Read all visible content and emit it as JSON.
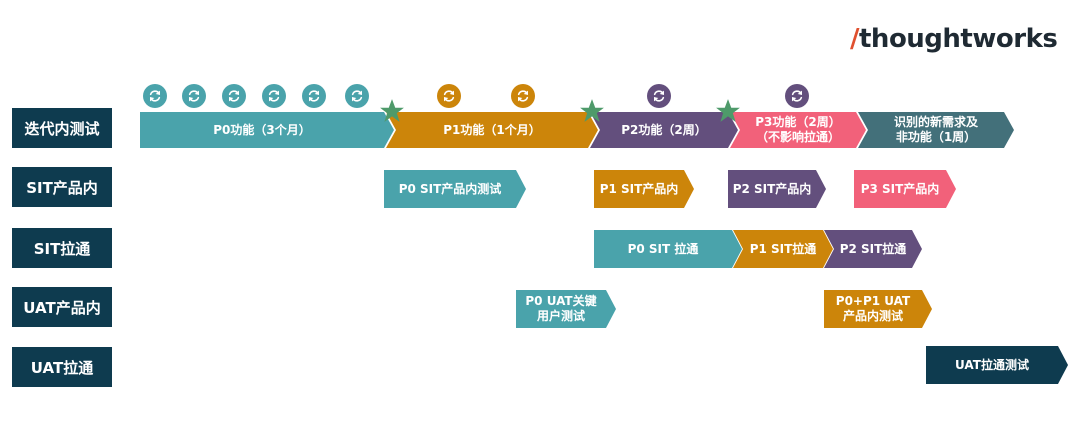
{
  "brand": {
    "slash": "/",
    "name": "thoughtworks"
  },
  "rows": [
    "迭代内测试",
    "SIT产品内",
    "SIT拉通",
    "UAT产品内",
    "UAT拉通"
  ],
  "bars": {
    "p0_func": "P0功能（3个月）",
    "p1_func": "P1功能（1个月）",
    "p2_func": "P2功能（2周）",
    "p3_func_l1": "P3功能（2周）",
    "p3_func_l2": "（不影响拉通）",
    "new_req_l1": "识别的新需求及",
    "new_req_l2": "非功能（1周）",
    "p0_sit_in": "P0 SIT产品内测试",
    "p1_sit_in": "P1 SIT产品内",
    "p2_sit_in": "P2 SIT产品内",
    "p3_sit_in": "P3 SIT产品内",
    "p0_sit_thru": "P0 SIT 拉通",
    "p1_sit_thru": "P1 SIT拉通",
    "p2_sit_thru": "P2 SIT拉通",
    "p0_uat_l1": "P0 UAT关键",
    "p0_uat_l2": "用户测试",
    "p01_uat_l1": "P0+P1 UAT",
    "p01_uat_l2": "产品内测试",
    "uat_thru": "UAT拉通测试"
  },
  "colors": {
    "teal": "#4aa3ab",
    "orange": "#cc850a",
    "purple": "#634f7d",
    "pink": "#f2617a",
    "dark_teal": "#43707a",
    "navy": "#0e3b4f",
    "star": "#4e9a6a"
  },
  "icons": {
    "iteration": "cycle-arrows-icon",
    "milestone": "star-icon"
  }
}
